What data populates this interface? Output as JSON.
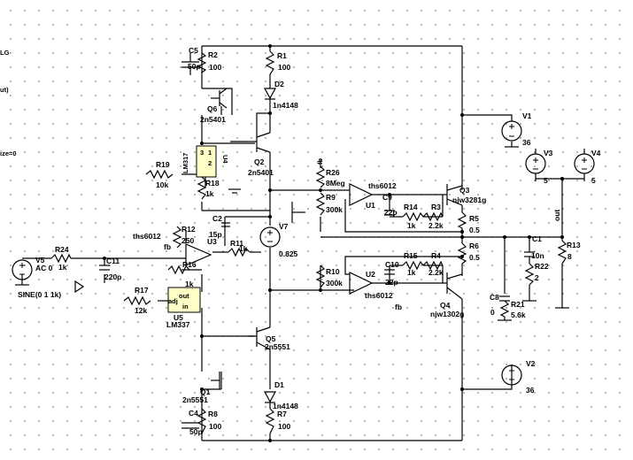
{
  "edge_text": {
    "e1": "LG",
    "e2": "ut)",
    "e3": "ize=0"
  },
  "components": {
    "C5": {
      "ref": "C5",
      "val": "50p"
    },
    "R2": {
      "ref": "R2",
      "val": "100"
    },
    "R1": {
      "ref": "R1",
      "val": "100"
    },
    "D2": {
      "ref": "D2",
      "val": "1n4148"
    },
    "Q6": {
      "ref": "Q6",
      "val": "2n5401"
    },
    "Q2": {
      "ref": "Q2",
      "val": "2n5401"
    },
    "U4": {
      "ref": "U4",
      "val": "LM317",
      "pins": [
        "3",
        "1",
        "2"
      ]
    },
    "R19": {
      "ref": "R19",
      "val": "10k"
    },
    "R18": {
      "ref": "R18",
      "val": "1k"
    },
    "R26": {
      "ref": "R26",
      "val": "8Meg"
    },
    "R9": {
      "ref": "R9",
      "val": "300k"
    },
    "U1": {
      "ref": "U1",
      "val": "ths6012"
    },
    "C9": {
      "ref": "C9",
      "val": "22p"
    },
    "R14": {
      "ref": "R14",
      "val": "1k"
    },
    "R3": {
      "ref": "R3",
      "val": "2.2k"
    },
    "Q3": {
      "ref": "Q3",
      "val": "njw3281g"
    },
    "R5": {
      "ref": "R5",
      "val": "0.5"
    },
    "R6": {
      "ref": "R6",
      "val": "0.5"
    },
    "V1": {
      "ref": "V1",
      "val": "36"
    },
    "V3": {
      "ref": "V3",
      "val": "5"
    },
    "V4": {
      "ref": "V4",
      "val": "5"
    },
    "out": "out",
    "C2": {
      "ref": "C2",
      "val": "15p"
    },
    "V7": {
      "ref": "V7",
      "val": "0.825"
    },
    "R12": {
      "ref": "R12",
      "val": "250"
    },
    "U3": {
      "ref": "U3",
      "val": "ths6012"
    },
    "fb1": "fb",
    "R11": {
      "ref": "R11",
      "val": "1k"
    },
    "R24": {
      "ref": "R24",
      "val": "1k"
    },
    "V5": {
      "ref": "V5",
      "val": "AC 0",
      "wave": "SINE(0 1 1k)"
    },
    "C11": {
      "ref": "C11",
      "val": "220p"
    },
    "R16": {
      "ref": "R16",
      "val": "1k"
    },
    "R17": {
      "ref": "R17",
      "val": "12k"
    },
    "U5": {
      "ref": "U5",
      "val": "LM337",
      "pin_adj": "adj",
      "pin_out": "out",
      "pin_in": "in"
    },
    "C1": {
      "ref": "C1",
      "val": "10n"
    },
    "R13": {
      "ref": "R13",
      "val": "8"
    },
    "R22": {
      "ref": "R22",
      "val": "2"
    },
    "R10": {
      "ref": "R10",
      "val": "300k"
    },
    "U2": {
      "ref": "U2",
      "val": "ths6012"
    },
    "C10": {
      "ref": "C10",
      "val": "22p"
    },
    "R15": {
      "ref": "R15",
      "val": "1k"
    },
    "R4": {
      "ref": "R4",
      "val": "2.2k"
    },
    "Q4": {
      "ref": "Q4",
      "val": "njw1302g"
    },
    "C8": {
      "ref": "C8",
      "val": "0"
    },
    "R21": {
      "ref": "R21",
      "val": "5.6k"
    },
    "fb2": "fb",
    "fb3": "fb",
    "Q5": {
      "ref": "Q5",
      "val": "2n5551"
    },
    "D1": {
      "ref": "D1",
      "val": "1n4148"
    },
    "R7": {
      "ref": "R7",
      "val": "100"
    },
    "Q1": {
      "ref": "Q1",
      "val": "2n5551"
    },
    "C4": {
      "ref": "C4",
      "val": "50p"
    },
    "R8": {
      "ref": "R8",
      "val": "100"
    },
    "V2": {
      "ref": "V2",
      "val": "36"
    }
  }
}
